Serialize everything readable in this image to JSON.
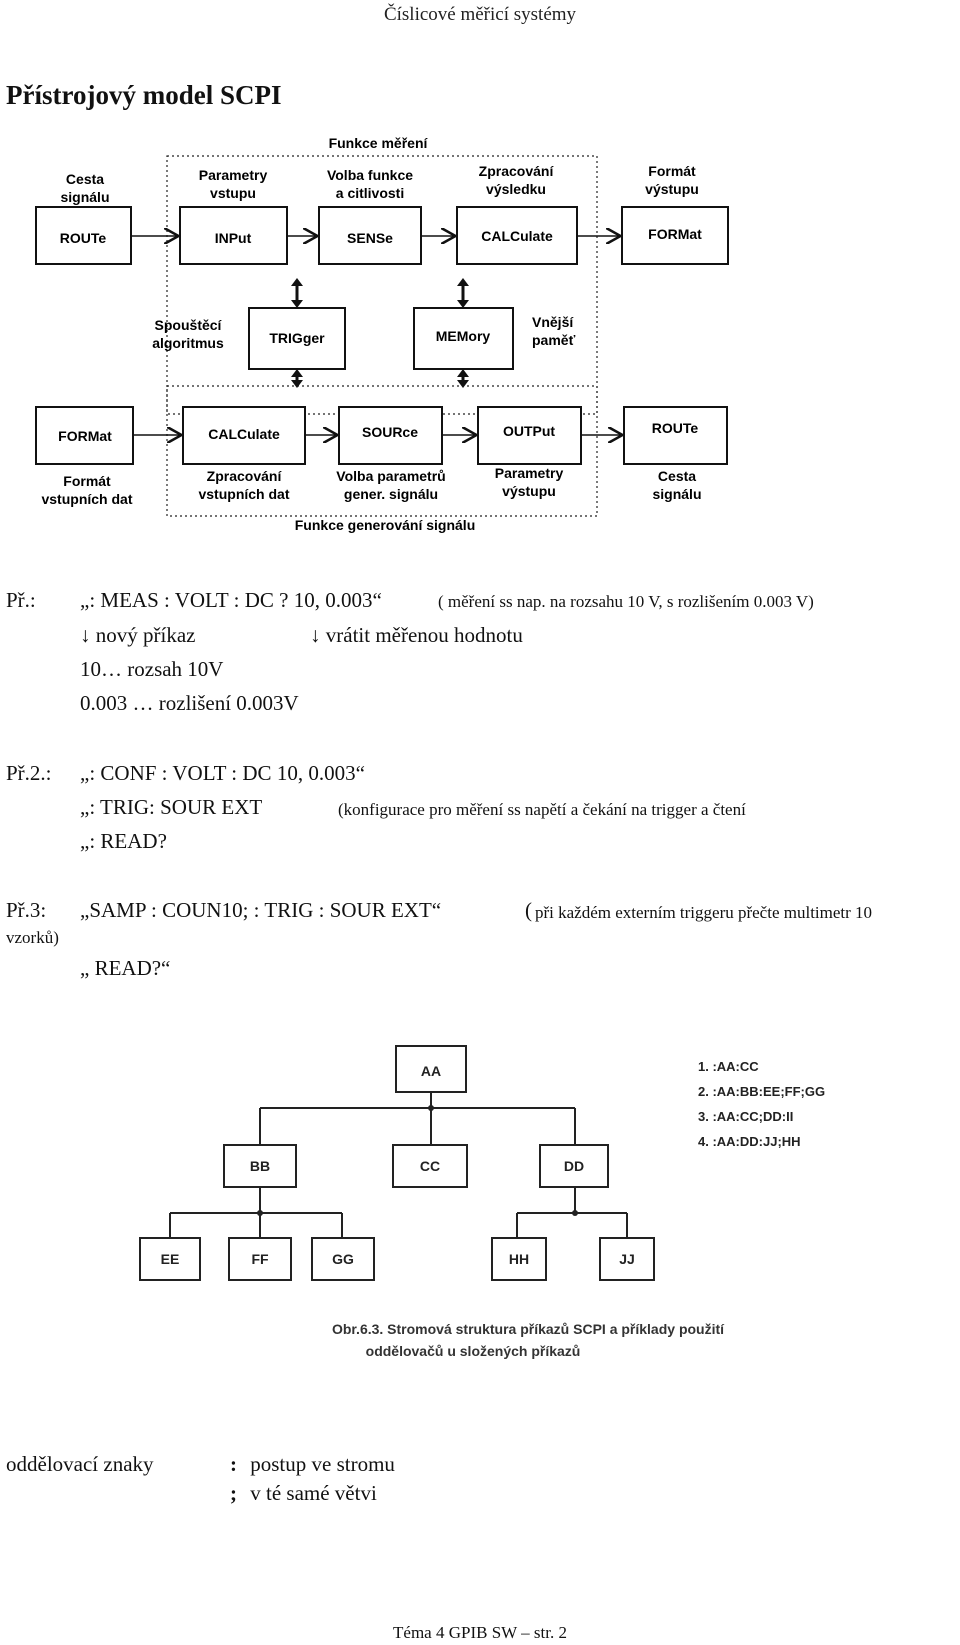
{
  "header": "Číslicové měřicí systémy",
  "title": "Přístrojový model SCPI",
  "diagram1": {
    "top_group_label": "Funkce měření",
    "bottom_group_label": "Funkce generování signálu",
    "top_row": [
      {
        "box": "ROUTe",
        "label": [
          "Cesta",
          "signálu"
        ]
      },
      {
        "box": "INPut",
        "label": [
          "Parametry",
          "vstupu"
        ]
      },
      {
        "box": "SENSe",
        "label": [
          "Volba funkce",
          "a citlivosti"
        ]
      },
      {
        "box": "CALCulate",
        "label": [
          "Zpracování",
          "výsledku"
        ]
      },
      {
        "box": "FORMat",
        "label": [
          "Formát",
          "výstupu"
        ]
      }
    ],
    "middle": [
      {
        "box": "TRIGger",
        "label": [
          "Spouštěcí",
          "algoritmus"
        ]
      },
      {
        "box": "MEMory",
        "label": [
          "Vnější",
          "paměť"
        ]
      }
    ],
    "bottom_row": [
      {
        "box": "FORMat",
        "label": [
          "Formát",
          "vstupních dat"
        ]
      },
      {
        "box": "CALCulate",
        "label": [
          "Zpracování",
          "vstupních dat"
        ]
      },
      {
        "box": "SOURce",
        "label": [
          "Volba parametrů",
          "gener. signálu"
        ]
      },
      {
        "box": "OUTPut",
        "label": [
          "Parametry",
          "výstupu"
        ]
      },
      {
        "box": "ROUTe",
        "label": [
          "Cesta",
          "signálu"
        ]
      }
    ]
  },
  "examples": {
    "ex1": {
      "label": "Př.:",
      "command": "„: MEAS : VOLT : DC ? 10, 0.003“",
      "note": "( měření ss nap. na rozsahu 10 V, s rozlišením 0.003 V)",
      "arrow1": "nový příkaz",
      "arrow2": "vrátit měřenou hodnotu",
      "line3": "10… rozsah 10V",
      "line4": "0.003 … rozlišení 0.003V"
    },
    "ex2": {
      "label": "Př.2.:",
      "line1": "„: CONF : VOLT : DC  10, 0.003“",
      "line2": "„: TRIG: SOUR EXT",
      "note": "(konfigurace pro měření ss napětí a čekání na trigger a čtení",
      "line3": "„: READ?"
    },
    "ex3": {
      "label": "Př.3:",
      "command": "„SAMP : COUN10; : TRIG : SOUR EXT“",
      "note_paren": "(",
      "note": "při každém externím triggeru přečte multimetr 10",
      "note_cont": "vzorků)",
      "line2": "„ READ?“"
    }
  },
  "tree": {
    "root": "AA",
    "level1": [
      "BB",
      "CC",
      "DD"
    ],
    "leaves_bb": [
      "EE",
      "FF",
      "GG"
    ],
    "leaves_dd": [
      "HH",
      "JJ"
    ],
    "examples": [
      "1. :AA:CC",
      "2. :AA:BB:EE;FF;GG",
      "3. :AA:CC;DD:II",
      "4. :AA:DD:JJ;HH"
    ],
    "caption_line1": "Obr.6.3. Stromová struktura příkazů SCPI a příklady použití",
    "caption_line2": "oddělovačů u složených příkazů"
  },
  "separators": {
    "label": "oddělovací znaky",
    "items": [
      {
        "symbol": ":",
        "text": "postup ve stromu"
      },
      {
        "symbol": ";",
        "text": "v té samé větvi"
      }
    ]
  },
  "footer": "Téma 4 GPIB SW – str. 2"
}
